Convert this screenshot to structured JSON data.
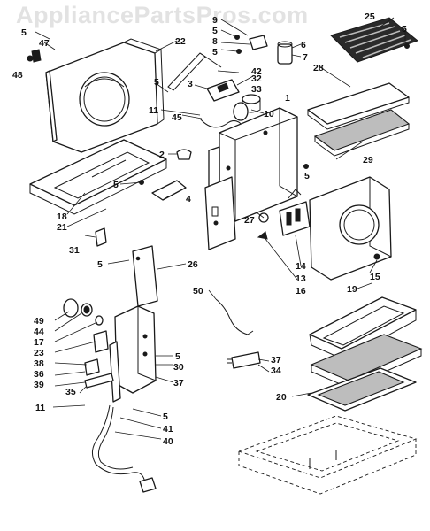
{
  "watermark": "AppliancePartsPros.com",
  "callouts": [
    {
      "key": "c5a",
      "label": "5"
    },
    {
      "key": "c47",
      "label": "47"
    },
    {
      "key": "c48",
      "label": "48"
    },
    {
      "key": "c22",
      "label": "22"
    },
    {
      "key": "c9",
      "label": "9"
    },
    {
      "key": "c5b",
      "label": "5"
    },
    {
      "key": "c8",
      "label": "8"
    },
    {
      "key": "c5c",
      "label": "5"
    },
    {
      "key": "c6",
      "label": "6"
    },
    {
      "key": "c7",
      "label": "7"
    },
    {
      "key": "c25",
      "label": "25"
    },
    {
      "key": "c5d",
      "label": "5"
    },
    {
      "key": "c28",
      "label": "28"
    },
    {
      "key": "c42",
      "label": "42"
    },
    {
      "key": "c3",
      "label": "3"
    },
    {
      "key": "c32",
      "label": "32"
    },
    {
      "key": "c33",
      "label": "33"
    },
    {
      "key": "c5e",
      "label": "5"
    },
    {
      "key": "c11a",
      "label": "11"
    },
    {
      "key": "c45",
      "label": "45"
    },
    {
      "key": "c10",
      "label": "10"
    },
    {
      "key": "c1",
      "label": "1"
    },
    {
      "key": "c2",
      "label": "2"
    },
    {
      "key": "c29",
      "label": "29"
    },
    {
      "key": "c5f",
      "label": "5"
    },
    {
      "key": "c4",
      "label": "4"
    },
    {
      "key": "c5g",
      "label": "5"
    },
    {
      "key": "c18",
      "label": "18"
    },
    {
      "key": "c21",
      "label": "21"
    },
    {
      "key": "c27",
      "label": "27"
    },
    {
      "key": "c31",
      "label": "31"
    },
    {
      "key": "c5h",
      "label": "5"
    },
    {
      "key": "c26",
      "label": "26"
    },
    {
      "key": "c14",
      "label": "14"
    },
    {
      "key": "c13",
      "label": "13"
    },
    {
      "key": "c16",
      "label": "16"
    },
    {
      "key": "c15",
      "label": "15"
    },
    {
      "key": "c19",
      "label": "19"
    },
    {
      "key": "c50",
      "label": "50"
    },
    {
      "key": "c49",
      "label": "49"
    },
    {
      "key": "c44",
      "label": "44"
    },
    {
      "key": "c17",
      "label": "17"
    },
    {
      "key": "c23",
      "label": "23"
    },
    {
      "key": "c38",
      "label": "38"
    },
    {
      "key": "c36",
      "label": "36"
    },
    {
      "key": "c39",
      "label": "39"
    },
    {
      "key": "c35",
      "label": "35"
    },
    {
      "key": "c5i",
      "label": "5"
    },
    {
      "key": "c30",
      "label": "30"
    },
    {
      "key": "c37a",
      "label": "37"
    },
    {
      "key": "c37b",
      "label": "37"
    },
    {
      "key": "c34",
      "label": "34"
    },
    {
      "key": "c20",
      "label": "20"
    },
    {
      "key": "c11b",
      "label": "11"
    },
    {
      "key": "c5j",
      "label": "5"
    },
    {
      "key": "c41",
      "label": "41"
    },
    {
      "key": "c40",
      "label": "40"
    }
  ],
  "colors": {
    "line": "#1a1a1a",
    "filter": "#bdbdbd",
    "background": "#ffffff",
    "watermark": "#e2e2e2"
  }
}
